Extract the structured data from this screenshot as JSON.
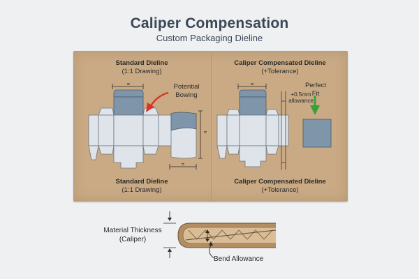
{
  "header": {
    "title": "Caliper Compensation",
    "subtitle": "Custom Packaging Dieline"
  },
  "left_panel": {
    "top_title": "Standard Dieline",
    "top_sub": "(1:1 Drawing)",
    "note_line1": "Potential",
    "note_line2": "Bowing",
    "bottom_title": "Standard Dieline",
    "bottom_sub": "(1:1 Drawing)",
    "eq_top": "=",
    "eq_side": "=",
    "eq_bottom": "="
  },
  "right_panel": {
    "top_title": "Caliper Compensated Dieline",
    "top_sub": "(+Tolerance)",
    "allowance_line1": "+0.5mm",
    "allowance_line2": "allowance",
    "fit_line1": "Perfect",
    "fit_line2": "Fit",
    "bottom_title": "Caliper Compensated Dieline",
    "bottom_sub": "(+Tolerance)",
    "eq_top": "="
  },
  "material": {
    "thickness_line1": "Material Thickness",
    "thickness_line2": "(Caliper)",
    "bend_label": "Bend Allowance"
  },
  "colors": {
    "kraft": "#c9aa84",
    "panel_fill": "#dfe4ea",
    "accent_blue": "#7f95aa",
    "red_arrow": "#d8322a",
    "green_arrow": "#3aa13a"
  }
}
